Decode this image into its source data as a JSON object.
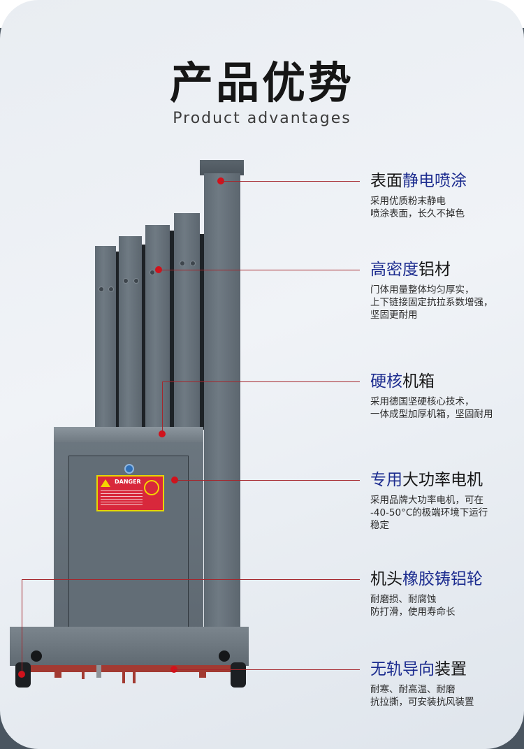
{
  "header": {
    "title": "产品优势",
    "subtitle": "Product advantages"
  },
  "colors": {
    "highlight": "#1c2c8f",
    "text": "#161616",
    "callout_line": "#a5262c",
    "callout_dot": "#d1121c"
  },
  "product": {
    "danger_label": "DANGER"
  },
  "features": [
    {
      "title_plain_1": "表面",
      "title_highlight": "静电喷涂",
      "title_plain_2": "",
      "description": "采用优质粉末静电\n喷涂表面，长久不掉色"
    },
    {
      "title_plain_1": "",
      "title_highlight": "高密度",
      "title_plain_2": "铝材",
      "description": "门体用量整体均匀厚实，\n上下链接固定抗拉系数增强，\n坚固更耐用"
    },
    {
      "title_plain_1": "",
      "title_highlight": "硬核",
      "title_plain_2": "机箱",
      "description": "采用德国坚硬核心技术，\n一体成型加厚机箱，坚固耐用"
    },
    {
      "title_plain_1": "",
      "title_highlight": "专用",
      "title_plain_2": "大功率电机",
      "description": "采用品牌大功率电机，可在\n-40-50°C的极端环境下运行\n稳定"
    },
    {
      "title_plain_1": "机头",
      "title_highlight": "橡胶铸铝轮",
      "title_plain_2": "",
      "description": "耐磨损、耐腐蚀\n防打滑，使用寿命长"
    },
    {
      "title_plain_1": "",
      "title_highlight": "无轨导向",
      "title_plain_2": "装置",
      "description": "耐寒、耐高温、耐磨\n抗拉撕，可安装抗风装置"
    }
  ]
}
